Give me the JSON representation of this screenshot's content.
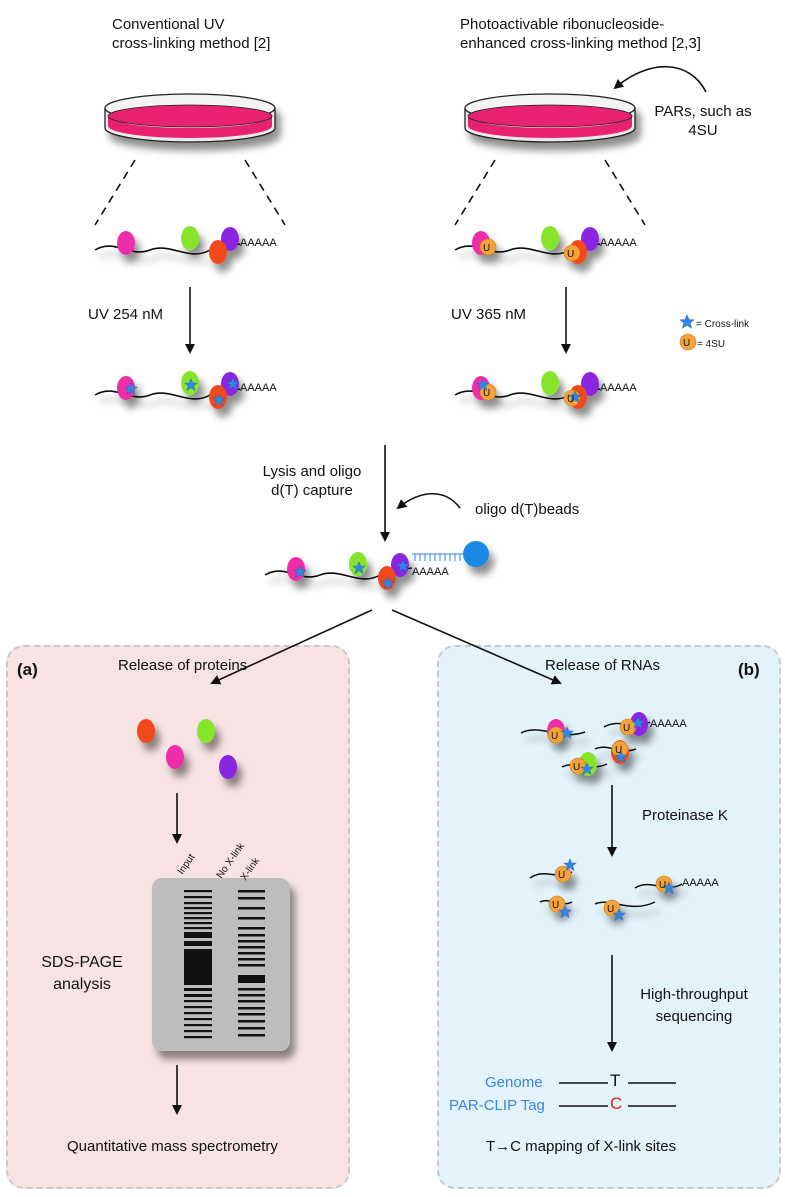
{
  "top": {
    "left_method_line1": "Conventional UV",
    "left_method_line2": "cross-linking method [2]",
    "right_method_line1": "Photoactivable ribonucleoside-",
    "right_method_line2": "enhanced cross-linking method [2,3]",
    "pars_line1": "PARs, such as",
    "pars_line2": "4SU"
  },
  "steps": {
    "uv_left": "UV 254 nM",
    "uv_right": "UV 365 nM",
    "lysis_line1": "Lysis and oligo",
    "lysis_line2": "d(T) capture",
    "oligo_beads": "oligo d(T)beads",
    "polya": "AAAAA",
    "u_letter": "U"
  },
  "legend": {
    "crosslink": "= Cross-link",
    "foursu": "= 4SU"
  },
  "panel_a": {
    "tag": "(a)",
    "title": "Release of proteins",
    "gel_label_line1": "SDS-PAGE",
    "gel_label_line2": "analysis",
    "lanes": [
      "Input",
      "No X-link",
      "X-link"
    ],
    "result": "Quantitative mass spectrometry"
  },
  "panel_b": {
    "tag": "(b)",
    "title": "Release of RNAs",
    "proteinase": "Proteinase K",
    "seq_line1": "High-throughput",
    "seq_line2": "sequencing",
    "genome_label": "Genome",
    "genome_base": "T",
    "tag_label": "PAR-CLIP Tag",
    "tag_base": "C",
    "mapping": "T→C mapping of X-link sites"
  },
  "colors": {
    "dish_medium": "#e8236f",
    "protein_magenta": "#ee2fa8",
    "protein_green": "#86e52a",
    "protein_red": "#f24a1f",
    "protein_purple": "#8a27e0",
    "foursu_orange": "#f5a23a",
    "crosslink_blue": "#2f86e6",
    "bead_blue": "#1e88e5",
    "panel_a_bg": "#f7e3e3",
    "panel_b_bg": "#e2f3fa",
    "genome_blue": "#3a86d9",
    "mutation_red": "#e02020"
  }
}
